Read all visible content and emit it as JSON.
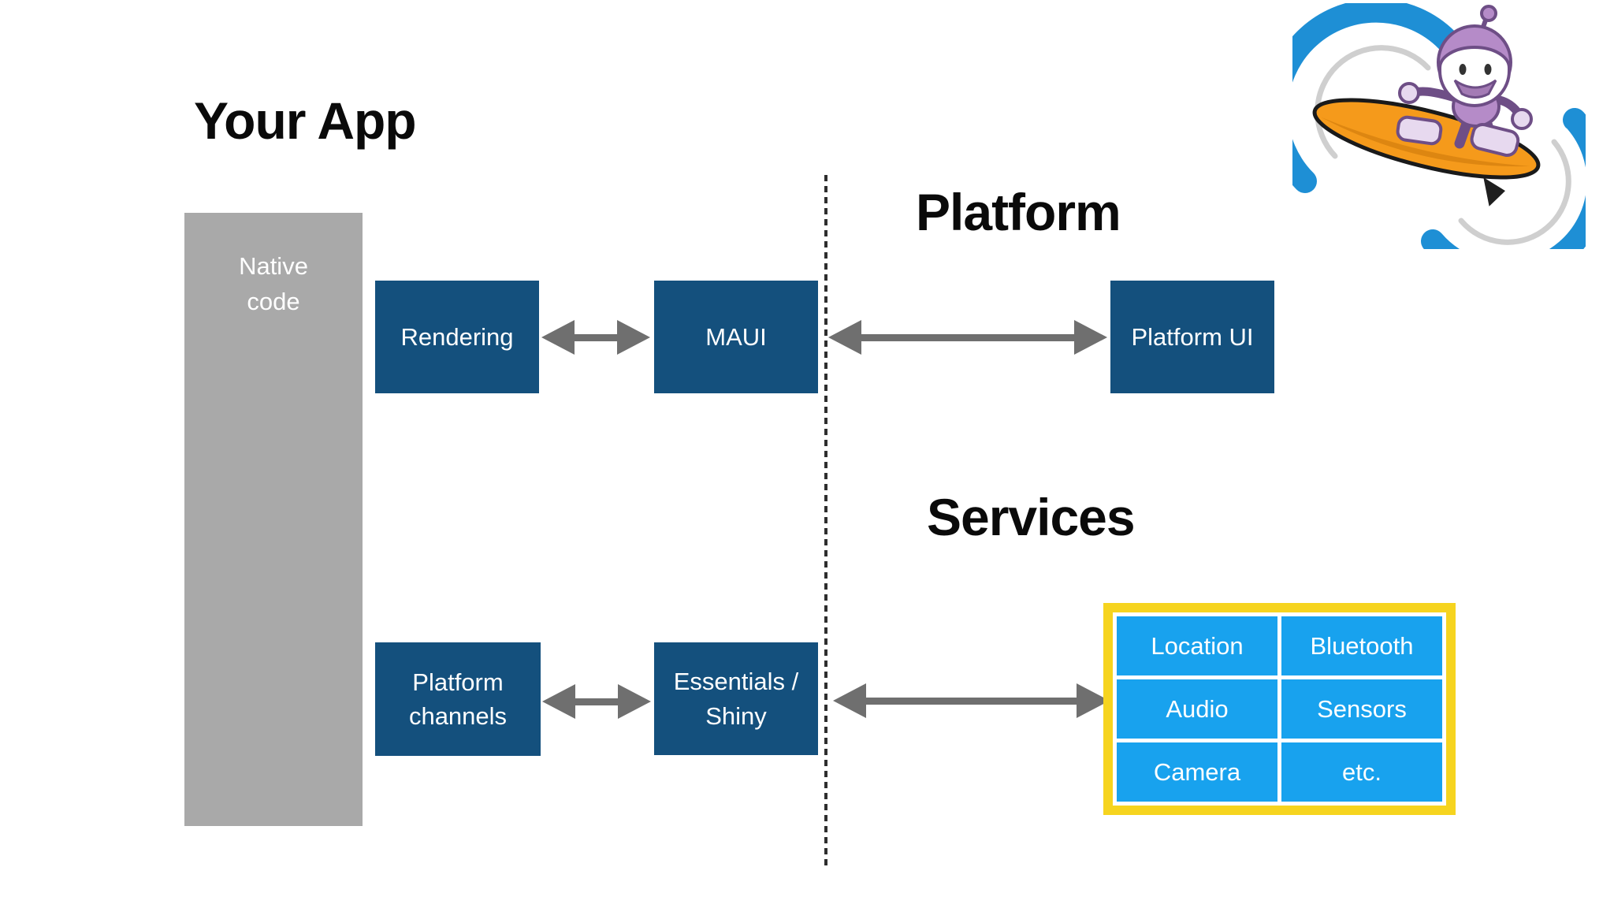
{
  "headings": {
    "your_app": "Your App",
    "platform": "Platform",
    "services": "Services"
  },
  "native_box": {
    "label": "Native code"
  },
  "boxes": [
    {
      "id": "rendering",
      "label": "Rendering"
    },
    {
      "id": "maui",
      "label": "MAUI"
    },
    {
      "id": "platform-ui",
      "label": "Platform UI"
    },
    {
      "id": "platform-channels",
      "label": "Platform channels"
    },
    {
      "id": "essentials-shiny",
      "label": "Essentials / Shiny"
    }
  ],
  "connections": [
    {
      "from": "rendering",
      "to": "maui",
      "bidirectional": true
    },
    {
      "from": "maui",
      "to": "platform-ui",
      "bidirectional": true
    },
    {
      "from": "platform-channels",
      "to": "essentials-shiny",
      "bidirectional": true
    },
    {
      "from": "essentials-shiny",
      "to": "services-table",
      "bidirectional": true
    }
  ],
  "services_table": {
    "cells": [
      [
        "Location",
        "Bluetooth"
      ],
      [
        "Audio",
        "Sensors"
      ],
      [
        "Camera",
        "etc."
      ]
    ]
  },
  "logo": {
    "name": "surfing-robot-logo"
  },
  "colors": {
    "navy": "#14507D",
    "native_gray": "#A9A9A9",
    "arrow_gray": "#6F6F6F",
    "cell_blue": "#18A2EE",
    "table_yellow": "#F6D41F",
    "heading_black": "#0A0A0A",
    "divider_dark": "#2E2E2E",
    "surfboard_orange": "#F59A1B",
    "robot_purple": "#B58BC8",
    "wave_blue": "#1E8FD5"
  }
}
